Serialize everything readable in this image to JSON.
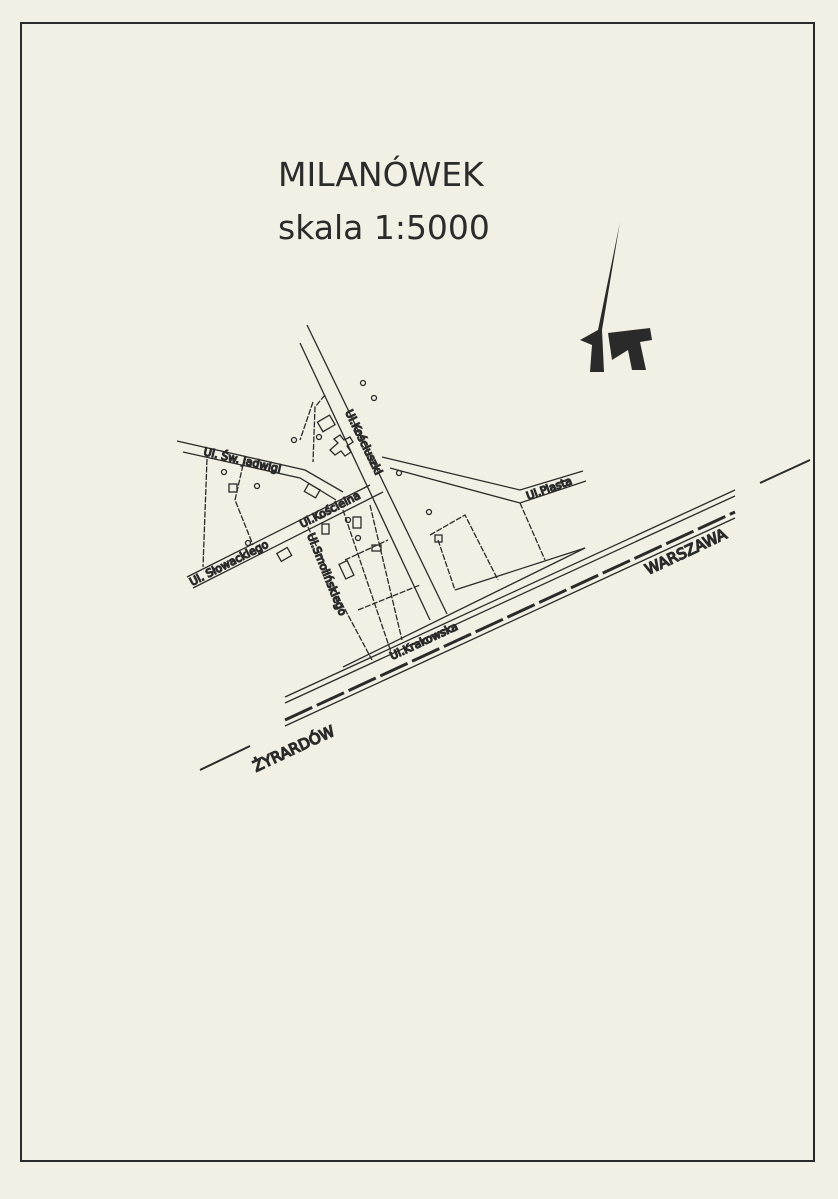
{
  "map": {
    "title": "MILANÓWEK",
    "scale": "skala 1:5000",
    "north_arrow": "north-arrow-icon",
    "streets": {
      "kosciuszki": "Ul.Kościuszki",
      "jadwigi": "Ul. Św. Jadwigi",
      "piasta": "Ul.Piasta",
      "koscielna": "Ul.Kościelna",
      "slowackiego": "Ul. Słowackiego",
      "smolinskiego": "Ul.Smolińskiego",
      "krakowska": "Ul.Krakowska"
    },
    "directions": {
      "east": "WARSZAWA",
      "west": "ŻYRARDÓW"
    },
    "colors": {
      "paper": "#f2f0e4",
      "ink": "#2a2a2a"
    }
  }
}
